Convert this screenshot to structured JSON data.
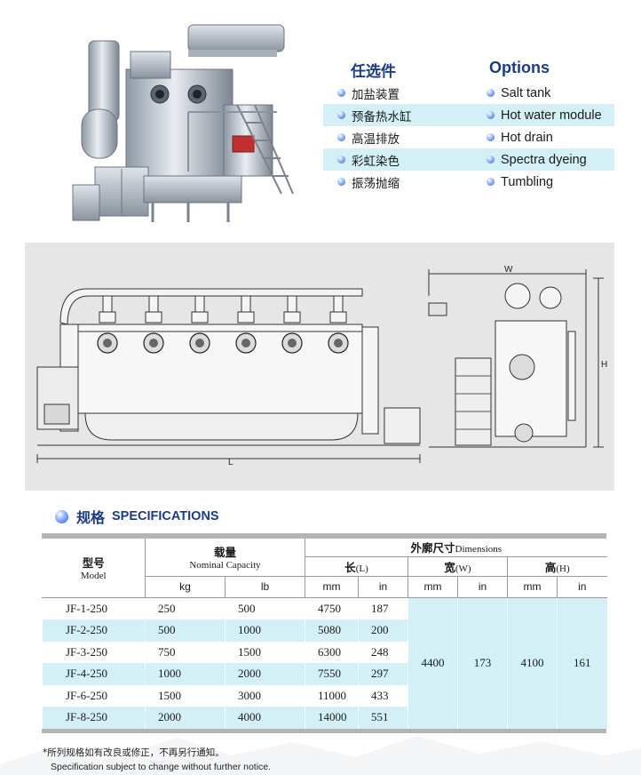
{
  "options": {
    "heading_cn": "任选件",
    "heading_en": "Options",
    "items": [
      {
        "cn": "加盐装置",
        "en": "Salt tank"
      },
      {
        "cn": "预备热水缸",
        "en": "Hot water module"
      },
      {
        "cn": "高温排放",
        "en": "Hot drain"
      },
      {
        "cn": "彩虹染色",
        "en": "Spectra dyeing"
      },
      {
        "cn": "振荡抛缩",
        "en": "Tumbling"
      }
    ]
  },
  "drawing": {
    "dim_length": "L",
    "dim_width": "W",
    "dim_height": "H"
  },
  "specs": {
    "title_cn": "规格",
    "title_en": "SPECIFICATIONS",
    "headers": {
      "model_cn": "型号",
      "model_en": "Model",
      "capacity_cn": "载量",
      "capacity_en": "Nominal Capacity",
      "dimensions_cn": "外廓尺寸",
      "dimensions_en": "Dimensions",
      "length_cn": "长",
      "length_letter": "(L)",
      "width_cn": "宽",
      "width_letter": "(W)",
      "height_cn": "高",
      "height_letter": "(H)",
      "kg": "kg",
      "lb": "lb",
      "mm": "mm",
      "in": "in"
    },
    "rows": [
      {
        "model": "JF-1-250",
        "kg": "250",
        "lb": "500",
        "l_mm": "4750",
        "l_in": "187"
      },
      {
        "model": "JF-2-250",
        "kg": "500",
        "lb": "1000",
        "l_mm": "5080",
        "l_in": "200"
      },
      {
        "model": "JF-3-250",
        "kg": "750",
        "lb": "1500",
        "l_mm": "6300",
        "l_in": "248"
      },
      {
        "model": "JF-4-250",
        "kg": "1000",
        "lb": "2000",
        "l_mm": "7550",
        "l_in": "297"
      },
      {
        "model": "JF-6-250",
        "kg": "1500",
        "lb": "3000",
        "l_mm": "11000",
        "l_in": "433"
      },
      {
        "model": "JF-8-250",
        "kg": "2000",
        "lb": "4000",
        "l_mm": "14000",
        "l_in": "551"
      }
    ],
    "shared": {
      "w_mm": "4400",
      "w_in": "173",
      "h_mm": "4100",
      "h_in": "161"
    }
  },
  "notes": {
    "cn": "*所列规格如有改良或修正，不再另行通知。",
    "en": "Specification subject to change without further notice."
  }
}
